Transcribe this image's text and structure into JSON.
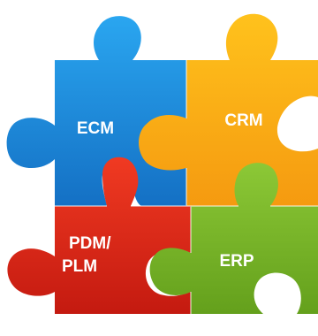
{
  "pieces": [
    {
      "id": "ecm",
      "lines": [
        "ECM"
      ],
      "color": "#1e88d8"
    },
    {
      "id": "crm",
      "lines": [
        "CRM"
      ],
      "color": "#fbab1a"
    },
    {
      "id": "pdm-plm",
      "lines": [
        "PDM/",
        "PLM"
      ],
      "color": "#e02818"
    },
    {
      "id": "erp",
      "lines": [
        "ERP"
      ],
      "color": "#7ab82a"
    }
  ]
}
